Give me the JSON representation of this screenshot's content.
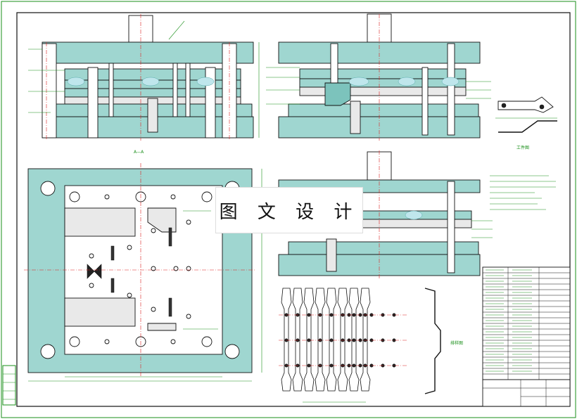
{
  "watermark": {
    "text": "图 文 设 计"
  },
  "views": {
    "section_label": "A—A",
    "workpiece_label": "工件图",
    "strip_layout_label": "排样图"
  }
}
